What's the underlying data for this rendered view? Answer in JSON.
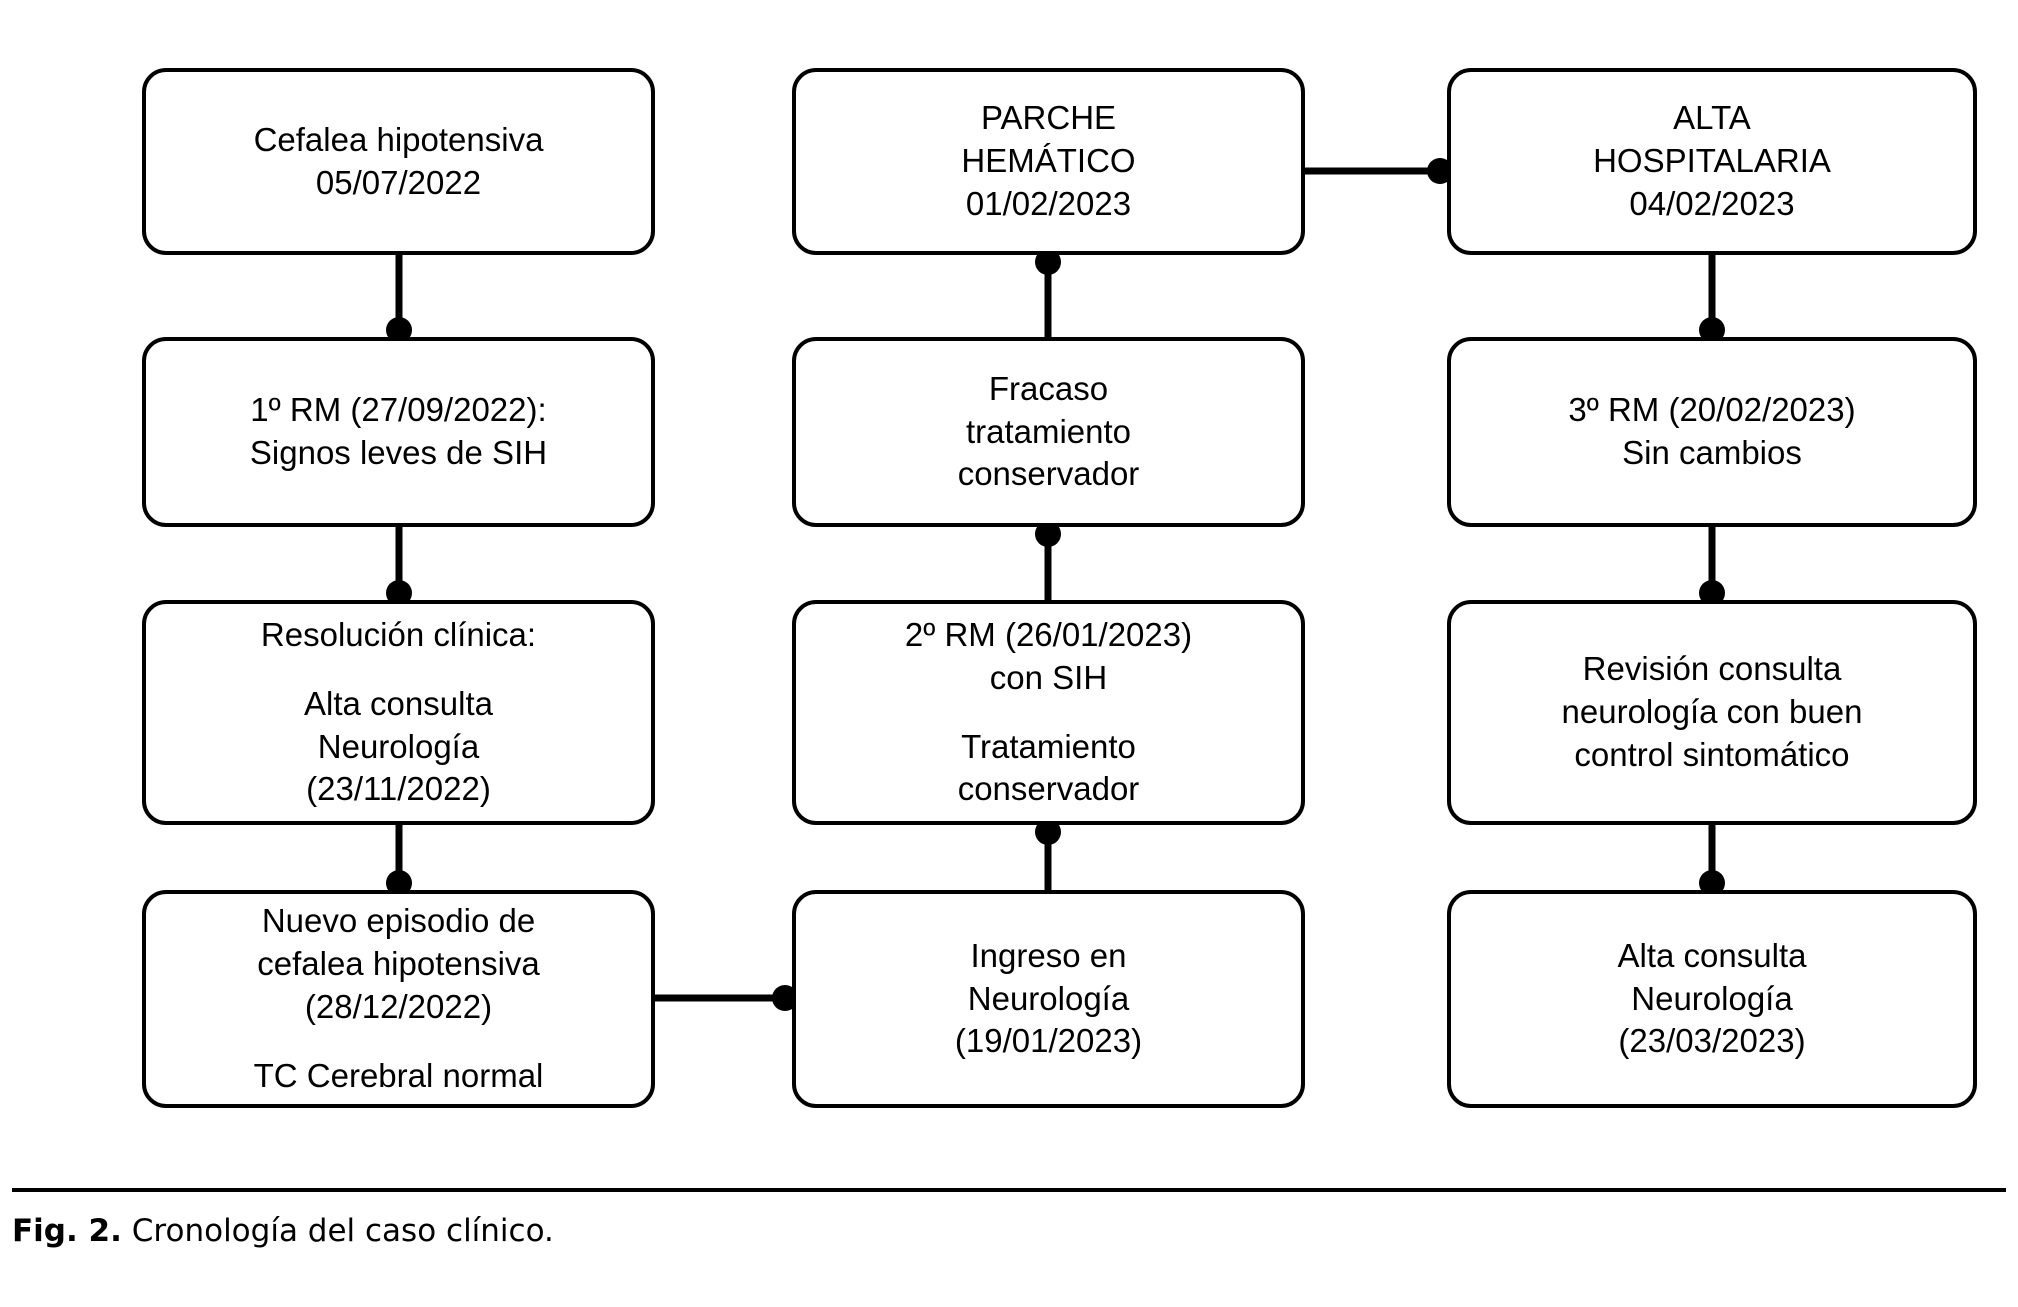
{
  "figure": {
    "caption_label": "Fig. 2.",
    "caption_text": "Cronología del caso clínico.",
    "stroke_color": "#000000",
    "background_color": "#ffffff"
  },
  "chart_data": {
    "type": "diagram",
    "title": "Cronología del caso clínico",
    "orientation": "three-column serpentine flowchart",
    "columns": 3,
    "rows": 4,
    "node_shape": "rounded-rectangle",
    "edge_style": "orthogonal line with filled circle arrowhead",
    "nodes": [
      {
        "id": "n1",
        "column": 1,
        "row": 1,
        "lines": [
          "Cefalea hipotensiva",
          "05/07/2022"
        ]
      },
      {
        "id": "n2",
        "column": 1,
        "row": 2,
        "lines": [
          "1º RM (27/09/2022):",
          "Signos leves de SIH"
        ]
      },
      {
        "id": "n3",
        "column": 1,
        "row": 3,
        "lines": [
          "Resolución clínica:",
          "Alta consulta",
          "Neurología",
          "(23/11/2022)"
        ]
      },
      {
        "id": "n4",
        "column": 1,
        "row": 4,
        "lines": [
          "Nuevo episodio de",
          "cefalea hipotensiva",
          "(28/12/2022)",
          "TC Cerebral normal"
        ]
      },
      {
        "id": "n5",
        "column": 2,
        "row": 4,
        "lines": [
          "Ingreso en",
          "Neurología",
          "(19/01/2023)"
        ]
      },
      {
        "id": "n6",
        "column": 2,
        "row": 3,
        "lines": [
          "2º RM (26/01/2023)",
          "con SIH",
          "Tratamiento",
          "conservador"
        ]
      },
      {
        "id": "n7",
        "column": 2,
        "row": 2,
        "lines": [
          "Fracaso",
          "tratamiento",
          "conservador"
        ]
      },
      {
        "id": "n8",
        "column": 2,
        "row": 1,
        "lines": [
          "PARCHE",
          "HEMÁTICO",
          "01/02/2023"
        ]
      },
      {
        "id": "n9",
        "column": 3,
        "row": 1,
        "lines": [
          "ALTA",
          "HOSPITALARIA",
          "04/02/2023"
        ]
      },
      {
        "id": "n10",
        "column": 3,
        "row": 2,
        "lines": [
          "3º RM (20/02/2023)",
          "Sin cambios"
        ]
      },
      {
        "id": "n11",
        "column": 3,
        "row": 3,
        "lines": [
          "Revisión consulta",
          "neurología con buen",
          "control sintomático"
        ]
      },
      {
        "id": "n12",
        "column": 3,
        "row": 4,
        "lines": [
          "Alta consulta",
          "Neurología",
          "(23/03/2023)"
        ]
      }
    ],
    "edges": [
      {
        "from": "n1",
        "to": "n2",
        "direction": "down"
      },
      {
        "from": "n2",
        "to": "n3",
        "direction": "down"
      },
      {
        "from": "n3",
        "to": "n4",
        "direction": "down"
      },
      {
        "from": "n4",
        "to": "n5",
        "direction": "right"
      },
      {
        "from": "n5",
        "to": "n6",
        "direction": "up"
      },
      {
        "from": "n6",
        "to": "n7",
        "direction": "up"
      },
      {
        "from": "n7",
        "to": "n8",
        "direction": "up"
      },
      {
        "from": "n8",
        "to": "n9",
        "direction": "right"
      },
      {
        "from": "n9",
        "to": "n10",
        "direction": "down"
      },
      {
        "from": "n10",
        "to": "n11",
        "direction": "down"
      },
      {
        "from": "n11",
        "to": "n12",
        "direction": "down"
      }
    ]
  },
  "boxes": {
    "n1": {
      "p1": [
        "Cefalea hipotensiva",
        "05/07/2022"
      ]
    },
    "n2": {
      "p1": [
        "1º RM (27/09/2022):",
        "Signos leves de SIH"
      ]
    },
    "n3": {
      "p1": [
        "Resolución clínica:"
      ],
      "p2": [
        "Alta consulta",
        "Neurología",
        "(23/11/2022)"
      ]
    },
    "n4": {
      "p1": [
        "Nuevo episodio de",
        "cefalea hipotensiva",
        "(28/12/2022)"
      ],
      "p2": [
        "TC Cerebral normal"
      ]
    },
    "n5": {
      "p1": [
        "Ingreso en",
        "Neurología",
        "(19/01/2023)"
      ]
    },
    "n6": {
      "p1": [
        "2º RM (26/01/2023)",
        "con SIH"
      ],
      "p2": [
        "Tratamiento",
        "conservador"
      ]
    },
    "n7": {
      "p1": [
        "Fracaso",
        "tratamiento",
        "conservador"
      ]
    },
    "n8": {
      "p1": [
        "PARCHE",
        "HEMÁTICO",
        "01/02/2023"
      ]
    },
    "n9": {
      "p1": [
        "ALTA",
        "HOSPITALARIA",
        "04/02/2023"
      ]
    },
    "n10": {
      "p1": [
        "3º RM (20/02/2023)",
        "Sin cambios"
      ]
    },
    "n11": {
      "p1": [
        "Revisión consulta",
        "neurología con buen",
        "control sintomático"
      ]
    },
    "n12": {
      "p1": [
        "Alta consulta",
        "Neurología",
        "(23/03/2023)"
      ]
    }
  }
}
